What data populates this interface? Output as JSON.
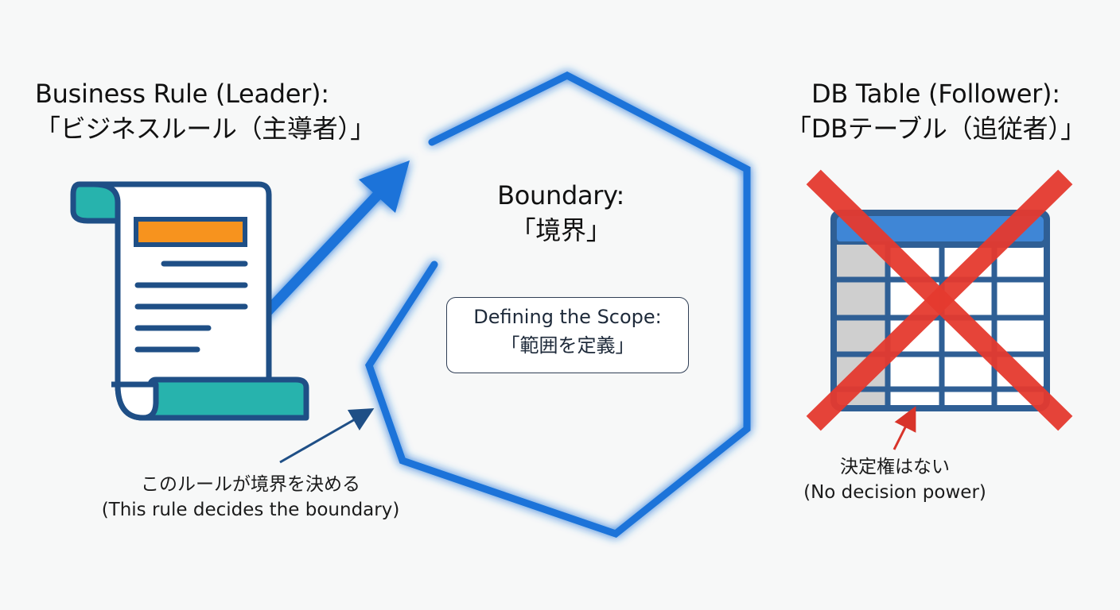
{
  "left": {
    "title_en": "Business Rule (Leader):",
    "title_ja": "「ビジネスルール（主導者）」",
    "caption_ja": "このルールが境界を決める",
    "caption_en": "(This rule decides the boundary)",
    "icon": "document-scroll-icon"
  },
  "center": {
    "title_en": "Boundary:",
    "title_ja": "「境界」",
    "scope_en": "Defining the Scope:",
    "scope_ja": "「範囲を定義」",
    "shape": "hexagon-boundary"
  },
  "right": {
    "title_en": "DB Table (Follower):",
    "title_ja": "「DBテーブル（追従者）」",
    "caption_ja": "決定権はない",
    "caption_en": "(No decision power)",
    "icon": "crossed-table-icon"
  },
  "colors": {
    "boundary_blue": "#1a73d9",
    "glow_blue": "#8fc3ff",
    "doc_outline": "#1f4f86",
    "teal": "#27b3ad",
    "orange": "#f7931e",
    "table_header": "#3f86d6",
    "table_grid": "#2f5f95",
    "table_gray": "#cfcfcf",
    "cross_red": "#e53a2f"
  }
}
